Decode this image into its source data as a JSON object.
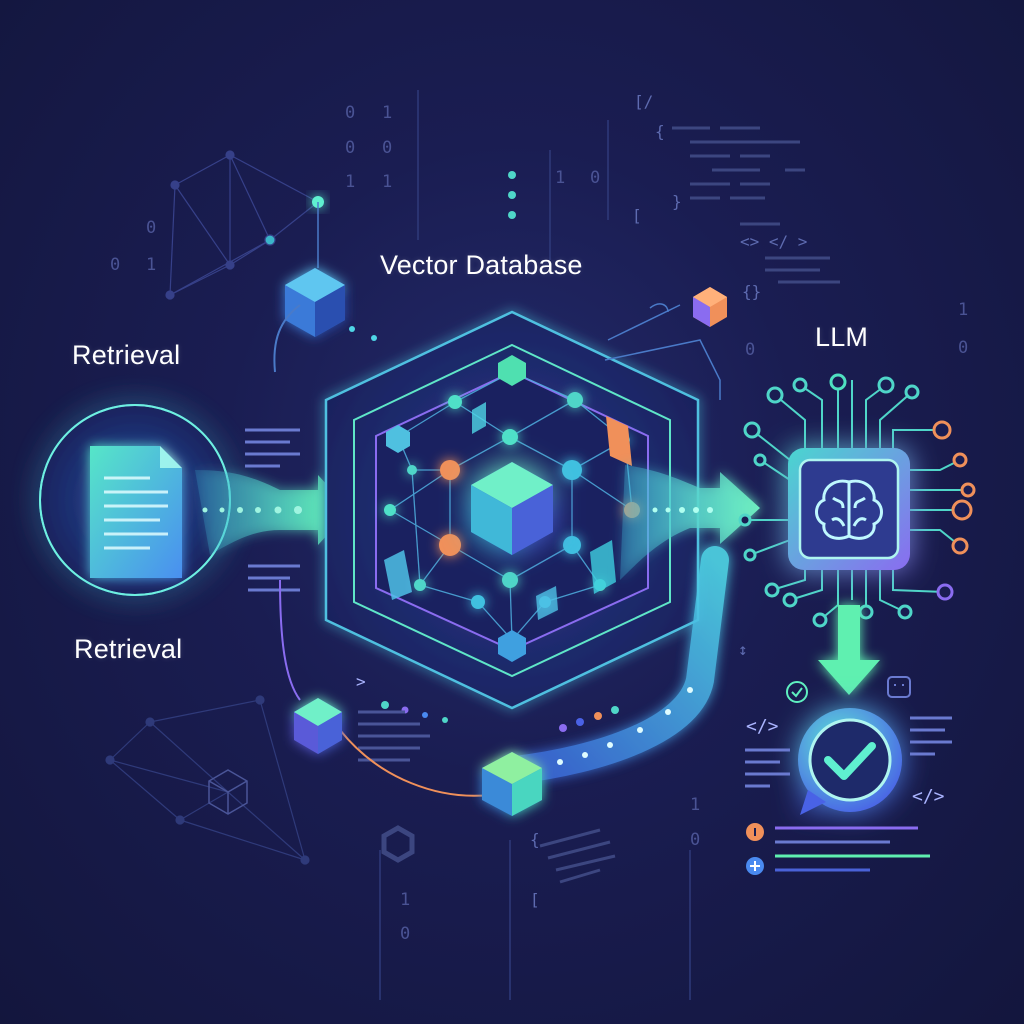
{
  "labels": {
    "retrieval_top": "Retrieval",
    "retrieval_bottom": "Retrieval",
    "vector_db": "Vector Database",
    "llm": "LLM"
  },
  "binary": {
    "b1": "0",
    "b2": "1",
    "b3": "0",
    "b4": "0",
    "b5": "1",
    "b6": "1",
    "b7": "0",
    "b8": "1",
    "b9": "1",
    "b10": "0",
    "b11": "0",
    "b12": "0",
    "b13": "1",
    "b14": "0",
    "b15": "1",
    "b16": "0",
    "b17": "1",
    "b18": "0"
  },
  "code_snippets": {
    "c1": "[/",
    "c2": "{",
    "c3": "}",
    "c4": "<> </ >",
    "c5": "{}",
    "c6": "[",
    "c7": "</>",
    "c8": "</>",
    "c9": "{",
    "c10": "[",
    "c11": ">",
    "c12": "↕"
  },
  "colors": {
    "background": "#1a1d52",
    "accent_green": "#5ff0b0",
    "accent_cyan": "#35d0e0",
    "accent_purple": "#8a6cf0",
    "accent_orange": "#f0905a"
  },
  "icons": [
    "document-icon",
    "vector-database-cube-icon",
    "brain-chip-icon",
    "check-chat-icon",
    "info-icon",
    "plus-icon"
  ]
}
